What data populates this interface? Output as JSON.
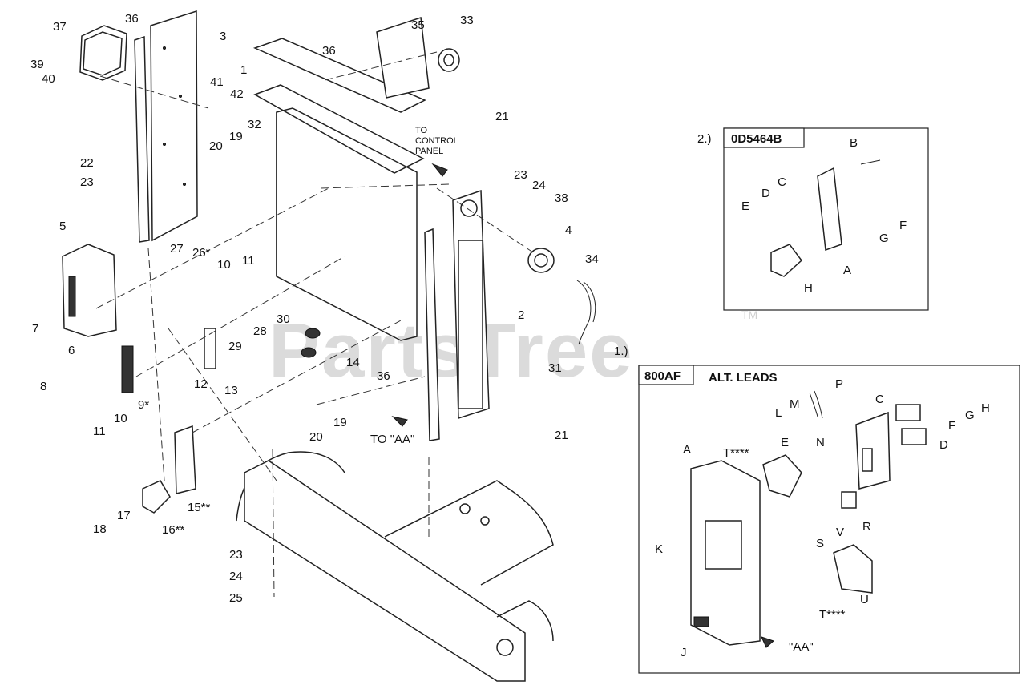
{
  "watermark": {
    "text": "PartsTree",
    "tm": "TM"
  },
  "annotations": {
    "to_control_line1": "TO",
    "to_control_line2": "CONTROL",
    "to_control_line3": "PANEL",
    "to_aa": "TO \"AA\""
  },
  "main_callouts": [
    "39",
    "40",
    "37",
    "36",
    "3",
    "41",
    "42",
    "22",
    "23",
    "20",
    "19",
    "32",
    "35",
    "33",
    "36",
    "1",
    "21",
    "23",
    "24",
    "38",
    "4",
    "34",
    "5",
    "27",
    "26*",
    "10",
    "11",
    "7",
    "6",
    "8",
    "9*",
    "10",
    "11",
    "12",
    "13",
    "29",
    "28",
    "30",
    "14",
    "2",
    "36",
    "31",
    "21",
    "19",
    "20",
    "15**",
    "16**",
    "17",
    "18",
    "23",
    "24",
    "25"
  ],
  "inset_2": {
    "title": "2.)",
    "part_number": "0D5464B",
    "labels": [
      "B",
      "C",
      "D",
      "E",
      "F",
      "G",
      "A",
      "H"
    ]
  },
  "inset_1": {
    "title": "1.)",
    "part_number": "800AF",
    "alt_leads": "ALT. LEADS",
    "labels": [
      "M",
      "P",
      "L",
      "N",
      "C",
      "E",
      "H",
      "G",
      "F",
      "D",
      "A",
      "T****",
      "R",
      "V",
      "S",
      "K",
      "U",
      "T****",
      "J",
      "\"AA\""
    ]
  }
}
